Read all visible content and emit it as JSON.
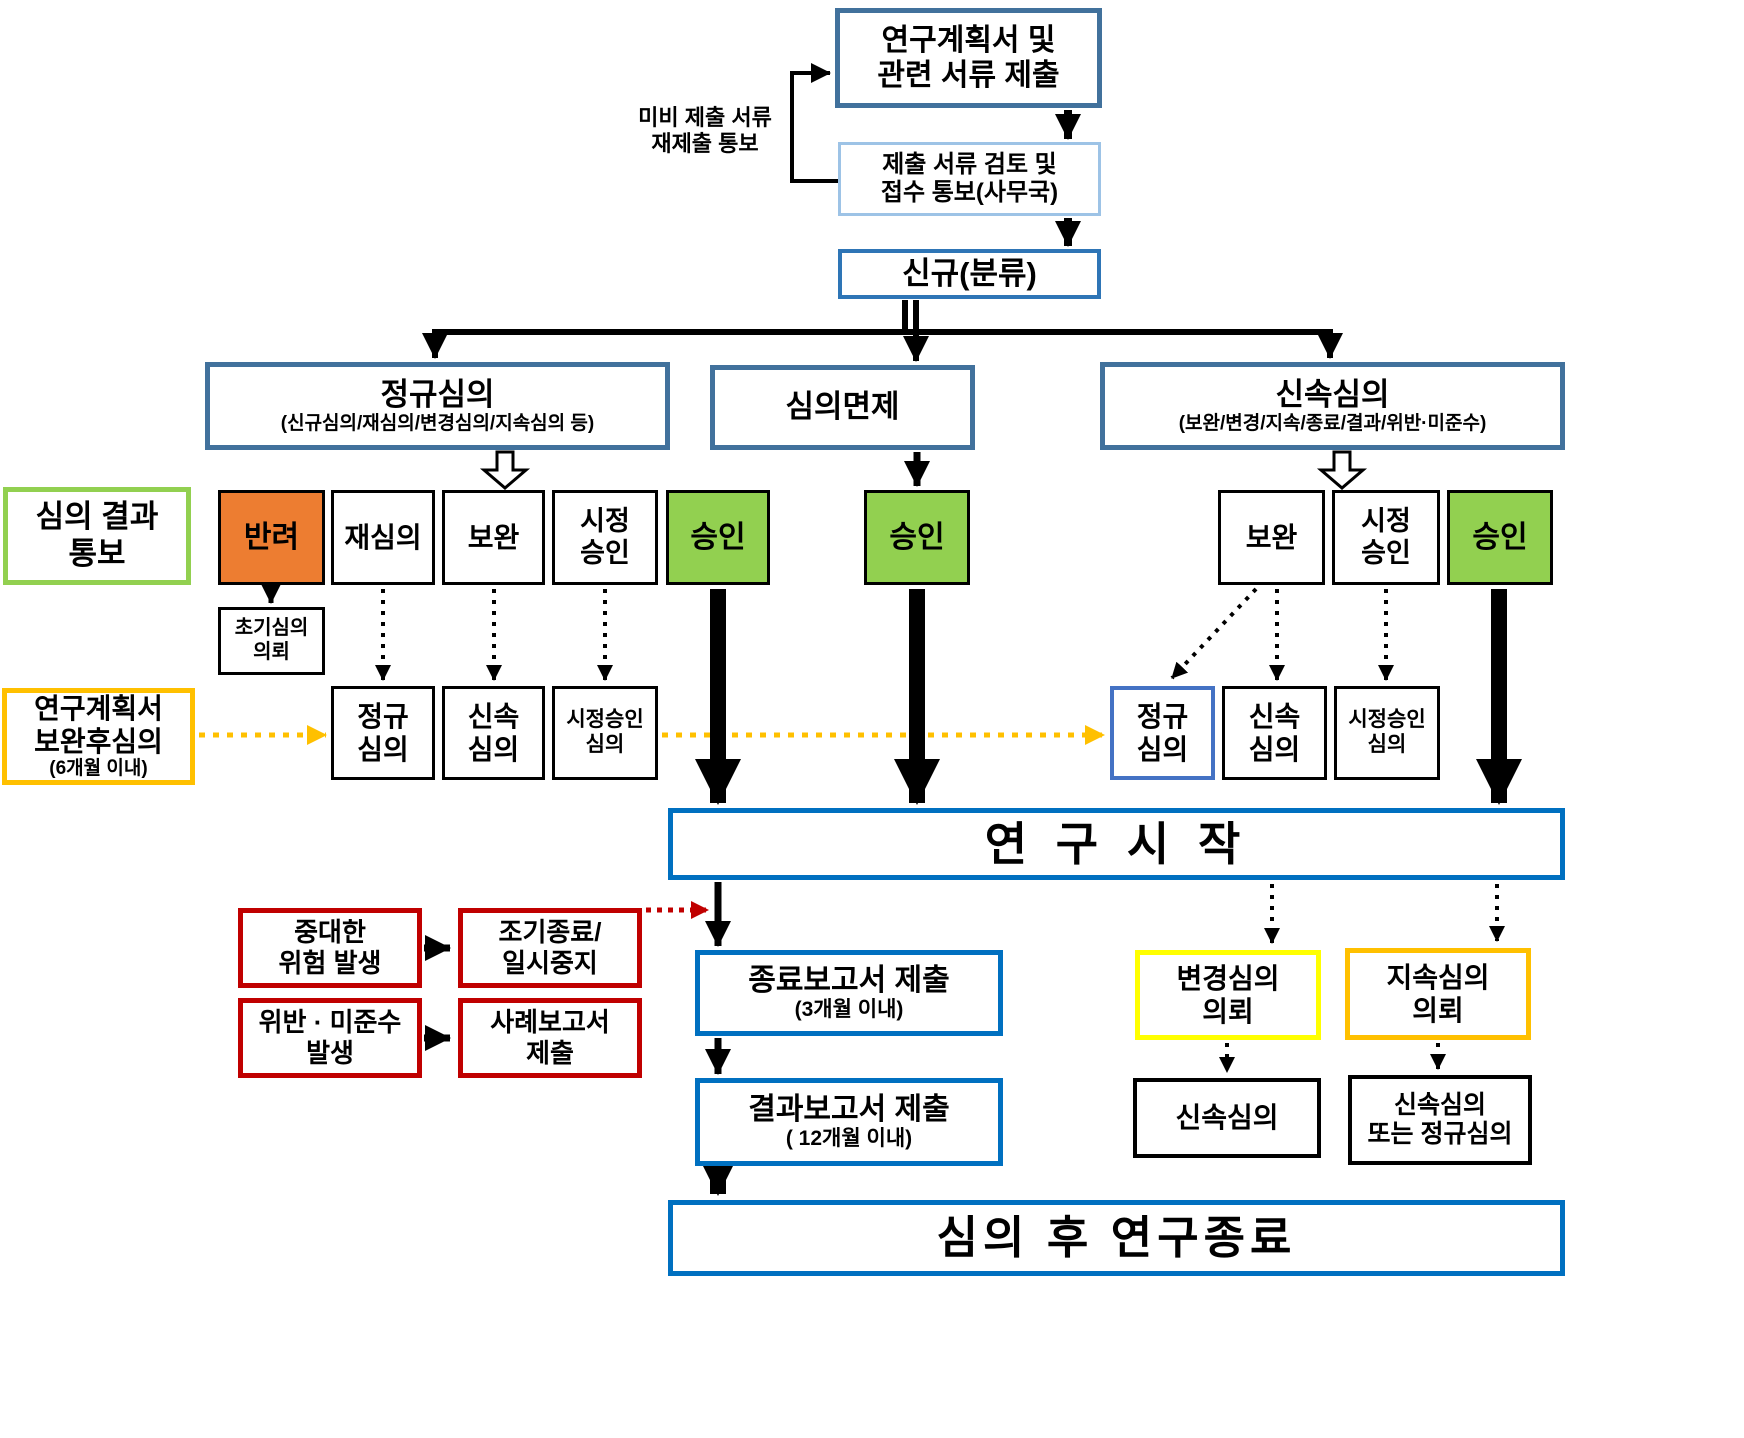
{
  "colors": {
    "steel_border": "#41719c",
    "light_blue_border": "#9dc3e6",
    "classify_border": "#2e75b6",
    "green": "#92d050",
    "orange": "#ed7d31",
    "gold": "#ffc000",
    "bright_yellow": "#ffff00",
    "red": "#c00000",
    "big_blue": "#0070c0",
    "medium_blue": "#4472c4"
  },
  "nodes": {
    "submit": "연구계획서 및\n관련 서류 제출",
    "review": "제출 서류 검토 및\n접수 통보(사무국)",
    "resubmitNote": "미비 제출 서류\n재제출 통보",
    "classify": "신규(분류)",
    "regularTitle": "정규심의",
    "regularSub": "(신규심의/재심의/변경심의/지속심의 등)",
    "exemptTitle": "심의면제",
    "expeditedTitle": "신속심의",
    "expeditedSub": "(보완/변경/지속/종료/결과/위반·미준수)",
    "resultNotice": "심의 결과\n통보",
    "rejected": "반려",
    "rereview": "재심의",
    "supplementL": "보완",
    "correctiveL": "시정\n승인",
    "approvedL": "승인",
    "approvedM": "승인",
    "supplementR": "보완",
    "correctiveR": "시정\n승인",
    "approvedR": "승인",
    "initialReview": "초기심의\n의뢰",
    "resubmitReview1": "연구계획서",
    "resubmitReview2": "보완후심의",
    "resubmitReview3": "(6개월 이내)",
    "regular2L": "정규\n심의",
    "expedited2L": "신속\n심의",
    "corrective2L": "시정승인\n심의",
    "regular2R": "정규\n심의",
    "expedited2R": "신속\n심의",
    "corrective2R": "시정승인\n심의",
    "researchStart": "연 구 시 작",
    "seriousRisk": "중대한\n위험 발생",
    "earlyStop": "조기종료/\n일시중지",
    "violation": "위반 · 미준수\n발생",
    "caseReport": "사례보고서\n제출",
    "finalReportTitle": "종료보고서 제출",
    "finalReportSub": "(3개월 이내)",
    "resultReportTitle": "결과보고서 제출",
    "resultReportSub": "( 12개월 이내)",
    "amendmentReq": "변경심의\n의뢰",
    "continuingReq": "지속심의\n의뢰",
    "expedited3": "신속심의",
    "expeditedOrRegular": "신속심의\n또는 정규심의",
    "researchEnd": "심의 후 연구종료"
  }
}
